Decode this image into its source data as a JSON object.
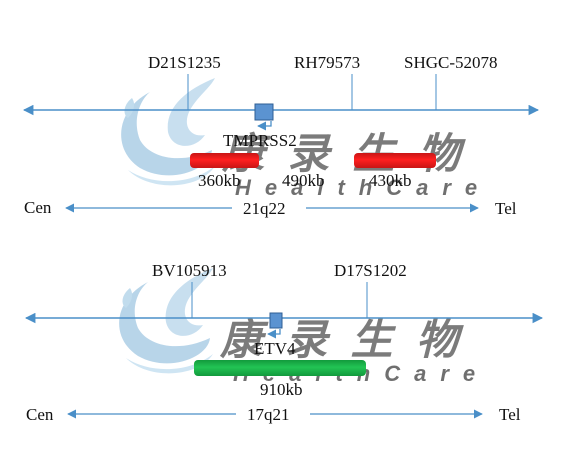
{
  "panels": [
    {
      "markers": [
        "D21S1235",
        "RH79573",
        "SHGC-52078"
      ],
      "gene": "TMPRSS2",
      "probe_sizes": [
        "360kb",
        "490kb",
        "430kb"
      ],
      "band": "21q22",
      "cen_label": "Cen",
      "tel_label": "Tel"
    },
    {
      "markers": [
        "BV105913",
        "D17S1202"
      ],
      "gene": "ETV4",
      "probe_sizes": [
        "910kb"
      ],
      "band": "17q21",
      "cen_label": "Cen",
      "tel_label": "Tel"
    }
  ],
  "watermark": {
    "cn_text": "康录生物",
    "en_text": "HealthCare"
  },
  "colors": {
    "axis": "#4a8fc8",
    "gene_box": "#5b93d1",
    "probe_red": "#e81a1a",
    "probe_green": "#1db34c"
  }
}
